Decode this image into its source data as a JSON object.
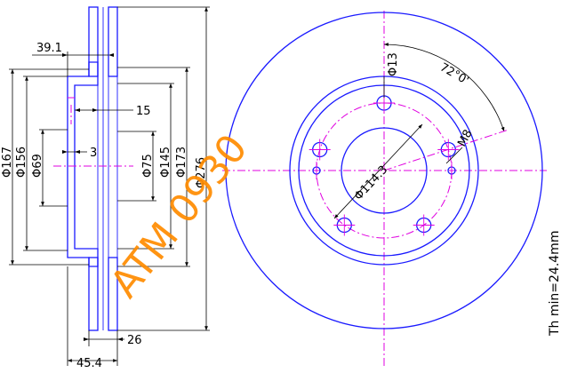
{
  "colors": {
    "outline": "#1a1aff",
    "centerline": "#e000e0",
    "dimension": "#000000",
    "watermark": "#ff8c00"
  },
  "side_view": {
    "dims": {
      "d39": "39.1",
      "d15": "15",
      "d3": "3",
      "d26": "26",
      "d45": "45.4",
      "phi167": "Φ167",
      "phi156": "Φ156",
      "phi69": "Φ69",
      "phi75": "Φ75",
      "phi145": "Φ145",
      "phi173": "Φ173",
      "phi276": "Φ276"
    }
  },
  "front_view": {
    "dims": {
      "bolt_hole": "Φ13",
      "angle": "72°0'",
      "thread": "M8",
      "pcd": "Φ114.3"
    }
  },
  "watermark": "ATM 0930",
  "note": "Th min=24.4mm"
}
